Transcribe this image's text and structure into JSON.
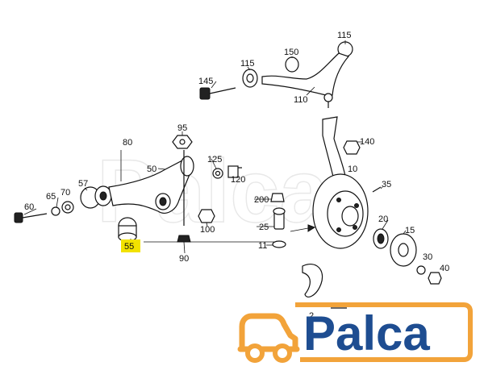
{
  "watermark": "Palca",
  "brand": {
    "logo_text": "Palca",
    "primary_color": "#1e4d91",
    "accent_color": "#f2a33a"
  },
  "highlight": {
    "label": "55",
    "color": "#f2e200"
  },
  "labels": {
    "p115a": "115",
    "p150": "150",
    "p115b": "115",
    "p145": "145",
    "p110": "110",
    "p95": "95",
    "p140": "140",
    "p80": "80",
    "p125": "125",
    "p50": "50",
    "p57": "57",
    "p120": "120",
    "p10": "10",
    "p35": "35",
    "p70": "70",
    "p65": "65",
    "p60": "60",
    "p200": "200",
    "p25": "25",
    "p20": "20",
    "p100": "100",
    "p15": "15",
    "p11": "11",
    "p90": "90",
    "p30": "30",
    "p40": "40",
    "p2": "2"
  }
}
